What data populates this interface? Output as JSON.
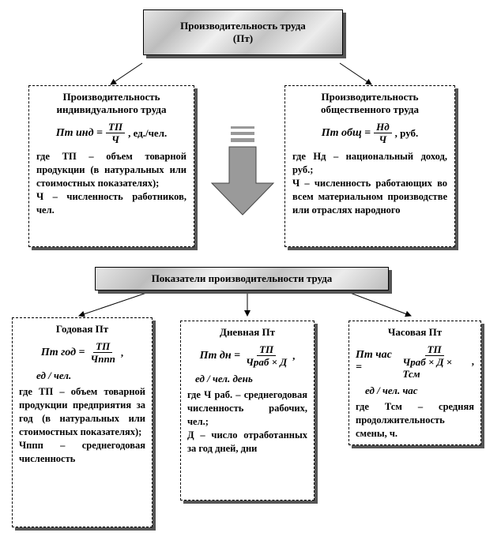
{
  "top": {
    "line1": "Производительность труда",
    "line2": "(Пт)"
  },
  "individual": {
    "title_line1": "Производительность",
    "title_line2": "индивидуального труда",
    "formula_lhs": "Пт инд =",
    "numerator": "ТП",
    "denominator": "Ч",
    "suffix": ", ед./чел.",
    "desc1": "где ТП – объем товарной продукции (в натуральных или стоимостных показателях);",
    "desc2": "Ч – численность работников, чел."
  },
  "social": {
    "title_line1": "Производительность",
    "title_line2": "общественного труда",
    "formula_lhs": "Пт общ =",
    "numerator": "Нд",
    "denominator": "Ч",
    "suffix": ", руб.",
    "desc1": "где Нд – национальный доход, руб.;",
    "desc2": "Ч – численность работающих во всем материальном производстве или отраслях народного"
  },
  "indicators": {
    "title": "Показатели производительности труда"
  },
  "annual": {
    "title": "Годовая Пт",
    "formula_lhs": "Пт год =",
    "numerator": "ТП",
    "denominator": "Чппп",
    "unit": "ед / чел.",
    "desc1": "где ТП – объем товарной продукции предприятия за год (в натуральных или стоимостных показателях);",
    "desc2": "Чппп – среднегодовая численность"
  },
  "daily": {
    "title": "Дневная Пт",
    "formula_lhs": "Пт дн =",
    "numerator": "ТП",
    "denominator": "Чраб × Д",
    "unit": "ед / чел. день",
    "desc1": "где Ч раб. – среднегодовая численность рабочих, чел.;",
    "desc2": "Д – число отработанных за год дней, дни"
  },
  "hourly": {
    "title": "Часовая Пт",
    "formula_lhs": "Пт час =",
    "numerator": "ТП",
    "denominator": "Чраб × Д × Тсм",
    "unit": "ед / чел. час",
    "desc1": "где Тсм – средняя продолжительность смены, ч."
  }
}
